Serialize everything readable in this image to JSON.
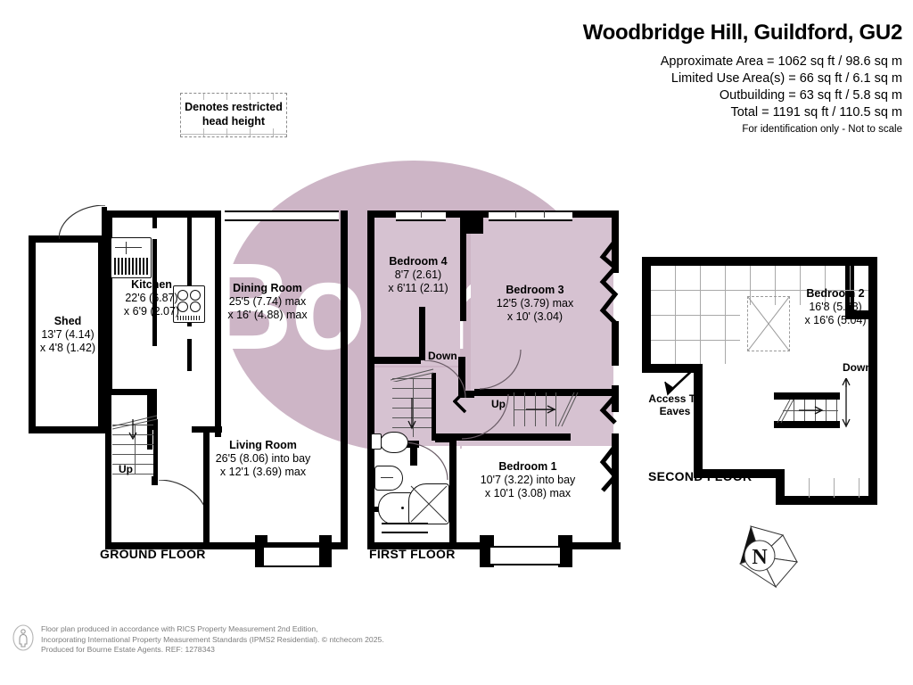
{
  "header": {
    "title": "Woodbridge Hill, Guildford, GU2",
    "areas": [
      "Approximate Area = 1062 sq ft / 98.6 sq m",
      "Limited Use Area(s) = 66 sq ft / 6.1 sq m",
      "Outbuilding = 63 sq ft / 5.8 sq m",
      "Total = 1191 sq ft / 110.5 sq m"
    ],
    "disclaimer": "For identification only - Not to scale"
  },
  "legend": {
    "text": "Denotes restricted head height"
  },
  "watermark": {
    "text": "Bourne",
    "color": "#cdb5c6"
  },
  "floors": [
    {
      "key": "ground",
      "label": "GROUND FLOOR"
    },
    {
      "key": "first",
      "label": "FIRST FLOOR"
    },
    {
      "key": "second",
      "label": "SECOND FLOOR"
    }
  ],
  "rooms": {
    "shed": {
      "name": "Shed",
      "dim1": "13'7 (4.14)",
      "dim2": "x 4'8 (1.42)"
    },
    "kitchen": {
      "name": "Kitchen",
      "dim1": "22'6 (6.87)",
      "dim2": "x 6'9 (2.07)"
    },
    "dining": {
      "name": "Dining Room",
      "dim1": "25'5 (7.74) max",
      "dim2": "x 16' (4.88) max"
    },
    "living": {
      "name": "Living Room",
      "dim1": "26'5 (8.06) into bay",
      "dim2": "x 12'1 (3.69) max"
    },
    "bedroom4": {
      "name": "Bedroom 4",
      "dim1": "8'7 (2.61)",
      "dim2": "x 6'11 (2.11)"
    },
    "bedroom3": {
      "name": "Bedroom 3",
      "dim1": "12'5 (3.79) max",
      "dim2": "x 10' (3.04)"
    },
    "bedroom1": {
      "name": "Bedroom 1",
      "dim1": "10'7 (3.22) into bay",
      "dim2": "x 10'1 (3.08) max"
    },
    "bedroom2": {
      "name": "Bedroom 2",
      "dim1": "16'8 (5.08)",
      "dim2": "x 16'6 (5.04)"
    }
  },
  "annotations": {
    "ground_up": "Up",
    "first_down": "Down",
    "first_up": "Up",
    "second_down": "Down",
    "access_eaves_line1": "Access To",
    "access_eaves_line2": "Eaves"
  },
  "compass": {
    "north_label": "N"
  },
  "footer": {
    "line1": "Floor plan produced in accordance with RICS Property Measurement 2nd Edition,",
    "line2": "Incorporating International Property Measurement Standards (IPMS2 Residential).   © ntchecom 2025.",
    "line3": "Produced for Bourne Estate Agents.   REF:  1278343"
  }
}
